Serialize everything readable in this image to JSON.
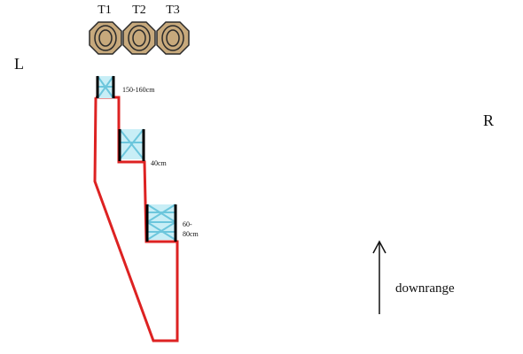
{
  "targets": [
    {
      "label": "T1",
      "icon": "target-plate-icon"
    },
    {
      "label": "T2",
      "icon": "target-plate-icon"
    },
    {
      "label": "T3",
      "icon": "target-plate-icon"
    }
  ],
  "sides": {
    "left": "L",
    "right": "R"
  },
  "barriers": [
    {
      "label": "150-160cm",
      "icon": "barrier-x-icon"
    },
    {
      "label": "40cm",
      "icon": "barrier-x-icon"
    },
    {
      "label_line1": "60-",
      "label_line2": "80cm",
      "icon": "barrier-x-icon"
    }
  ],
  "direction": {
    "label": "downrange",
    "icon": "up-arrow-icon"
  },
  "colors": {
    "path": "#dd2222",
    "barrier_fill": "#c8eef6",
    "barrier_x": "#6cc6dc",
    "post": "#000000",
    "target_fill": "#c7a97c",
    "target_stroke": "#2a2a2a"
  }
}
